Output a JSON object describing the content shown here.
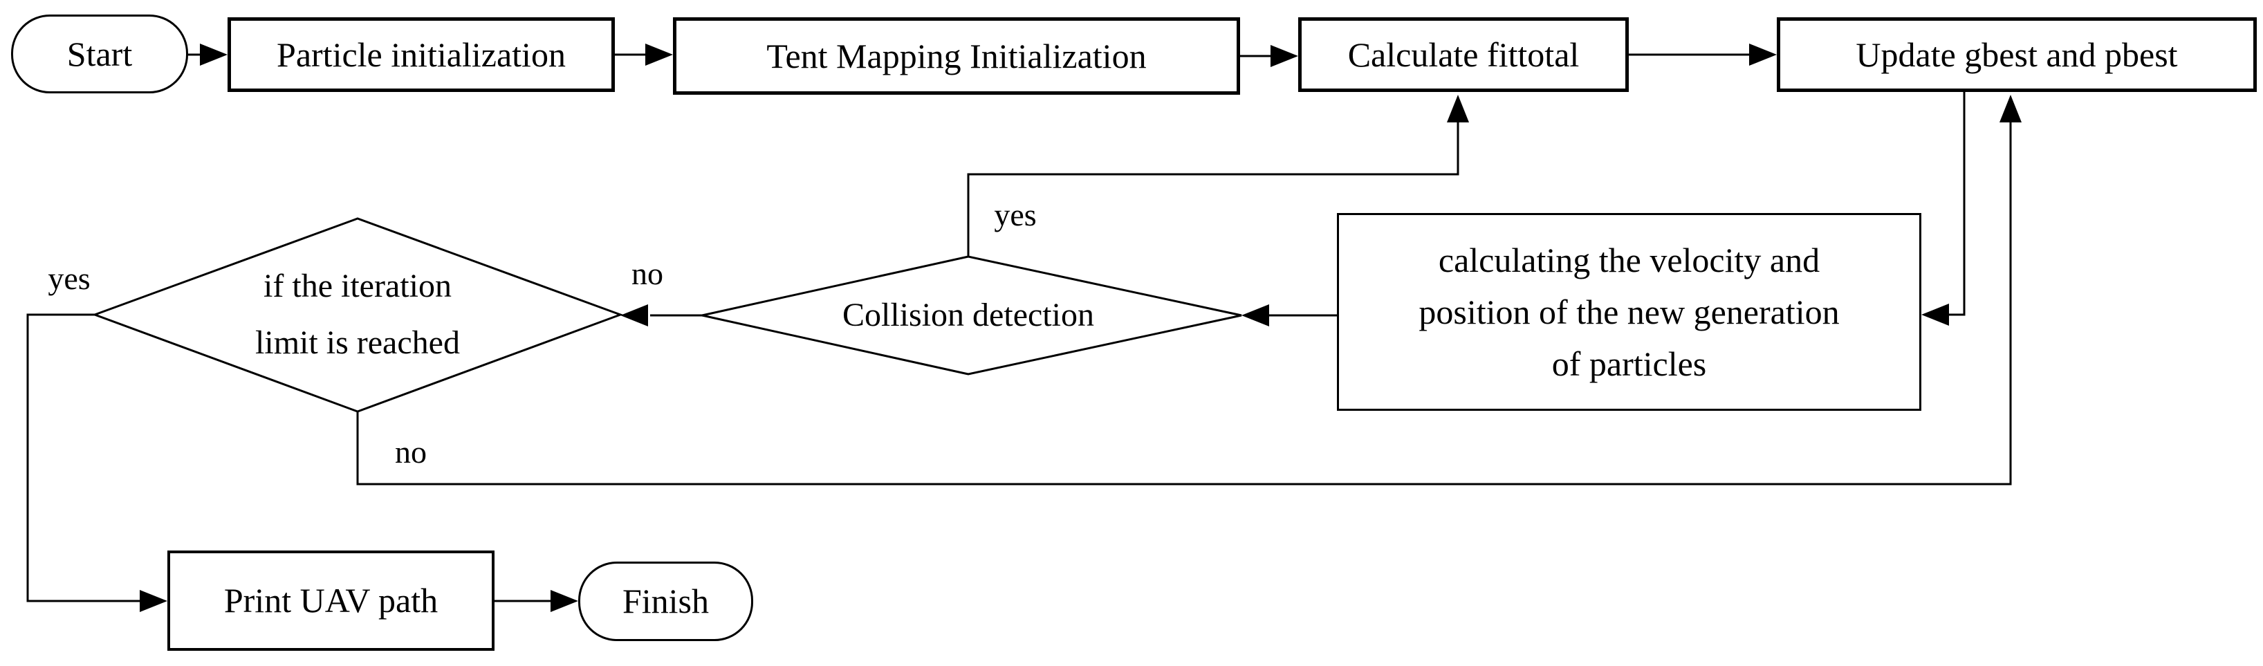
{
  "nodes": {
    "start": {
      "label": "Start",
      "type": "terminator"
    },
    "particle_init": {
      "label": "Particle initialization",
      "type": "process"
    },
    "tent_mapping": {
      "label": "Tent Mapping Initialization",
      "type": "process"
    },
    "calc_fittotal": {
      "label": "Calculate fittotal",
      "type": "process"
    },
    "update_gbest": {
      "label": "Update gbest and pbest",
      "type": "process"
    },
    "calc_velocity": {
      "label": "calculating the velocity and\nposition of the new generation\nof particles",
      "type": "process"
    },
    "collision": {
      "label": "Collision detection",
      "type": "decision"
    },
    "iteration": {
      "label": "if the iteration\nlimit is reached",
      "type": "decision"
    },
    "print_path": {
      "label": "Print UAV path",
      "type": "process"
    },
    "finish": {
      "label": "Finish",
      "type": "terminator"
    }
  },
  "edge_labels": {
    "collision_yes": "yes",
    "collision_no": "no",
    "iteration_yes": "yes",
    "iteration_no": "no"
  },
  "colors": {
    "line": "#000000",
    "node_fill": "#ffffff",
    "background": "#ffffff"
  }
}
